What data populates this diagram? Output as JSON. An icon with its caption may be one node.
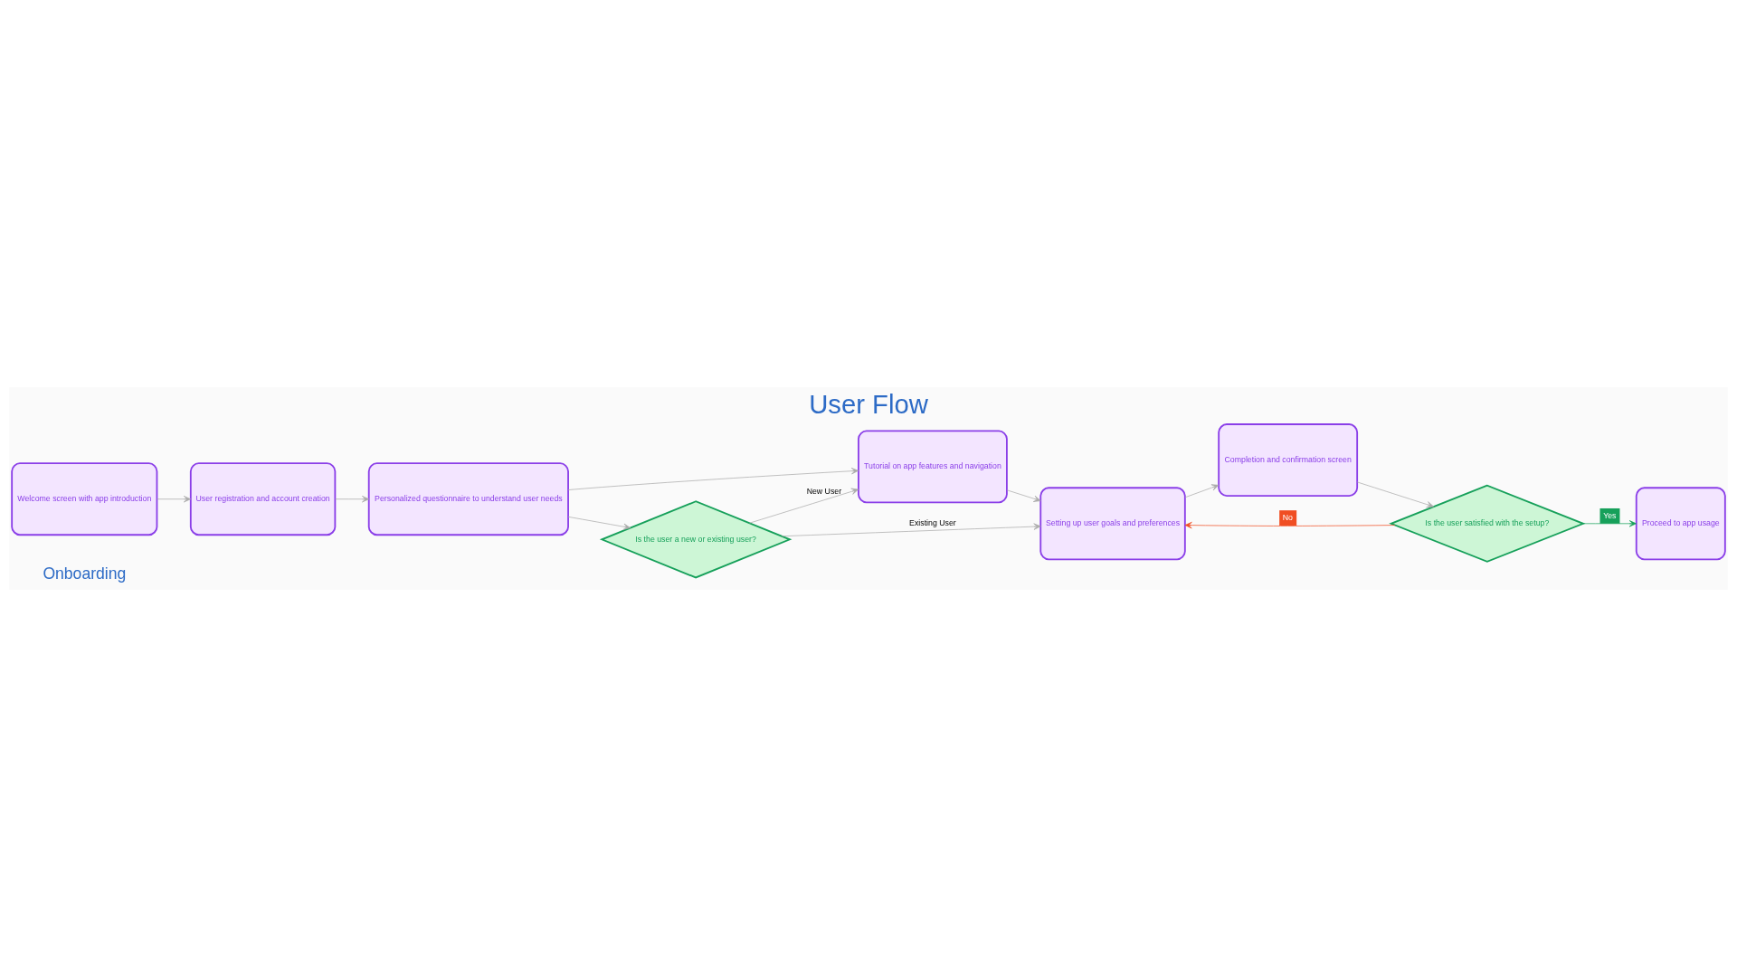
{
  "diagram": {
    "title": "User Flow",
    "nodes": [
      {
        "text": [
          "Welcome screen with app introduction"
        ]
      },
      {
        "text": [
          "User registration and account creation"
        ]
      },
      {
        "text": [
          "Personalized questionnaire to understand user needs"
        ]
      },
      {
        "text": [
          "Tutorial on app features and navigation"
        ]
      },
      {
        "text": [
          "Is the user a new or existing user?"
        ]
      },
      {
        "text": [
          "Setting up user goals and preferences"
        ]
      },
      {
        "text": [
          "Completion and confirmation screen"
        ]
      },
      {
        "text": [
          "Is the user satisfied with the setup?"
        ]
      },
      {
        "text": [
          "Proceed to app usage"
        ]
      }
    ],
    "edges": [
      {
        "from": 0,
        "to": 1,
        "arrow": "to"
      },
      {
        "from": 1,
        "to": 2,
        "arrow": "to"
      },
      {
        "from": 2,
        "to": 3,
        "arrow": "to"
      },
      {
        "from": 2,
        "to": 4,
        "arrow": "to"
      },
      {
        "from": 4,
        "to": 3,
        "arrow": "to",
        "label": "New User"
      },
      {
        "from": 4,
        "to": 5,
        "arrow": "to",
        "label": "Existing User"
      },
      {
        "from": 3,
        "to": 5,
        "arrow": "to"
      },
      {
        "from": 5,
        "to": 6,
        "arrow": "to"
      },
      {
        "from": 6,
        "to": 7,
        "arrow": "to"
      },
      {
        "from": 7,
        "to": 8,
        "arrow": "to",
        "label": "Yes",
        "color": "#16a05a"
      },
      {
        "from": 7,
        "to": 5,
        "arrow": "to",
        "label": "No",
        "color": "#f04e23"
      }
    ],
    "labels": [
      "Onboarding"
    ]
  }
}
